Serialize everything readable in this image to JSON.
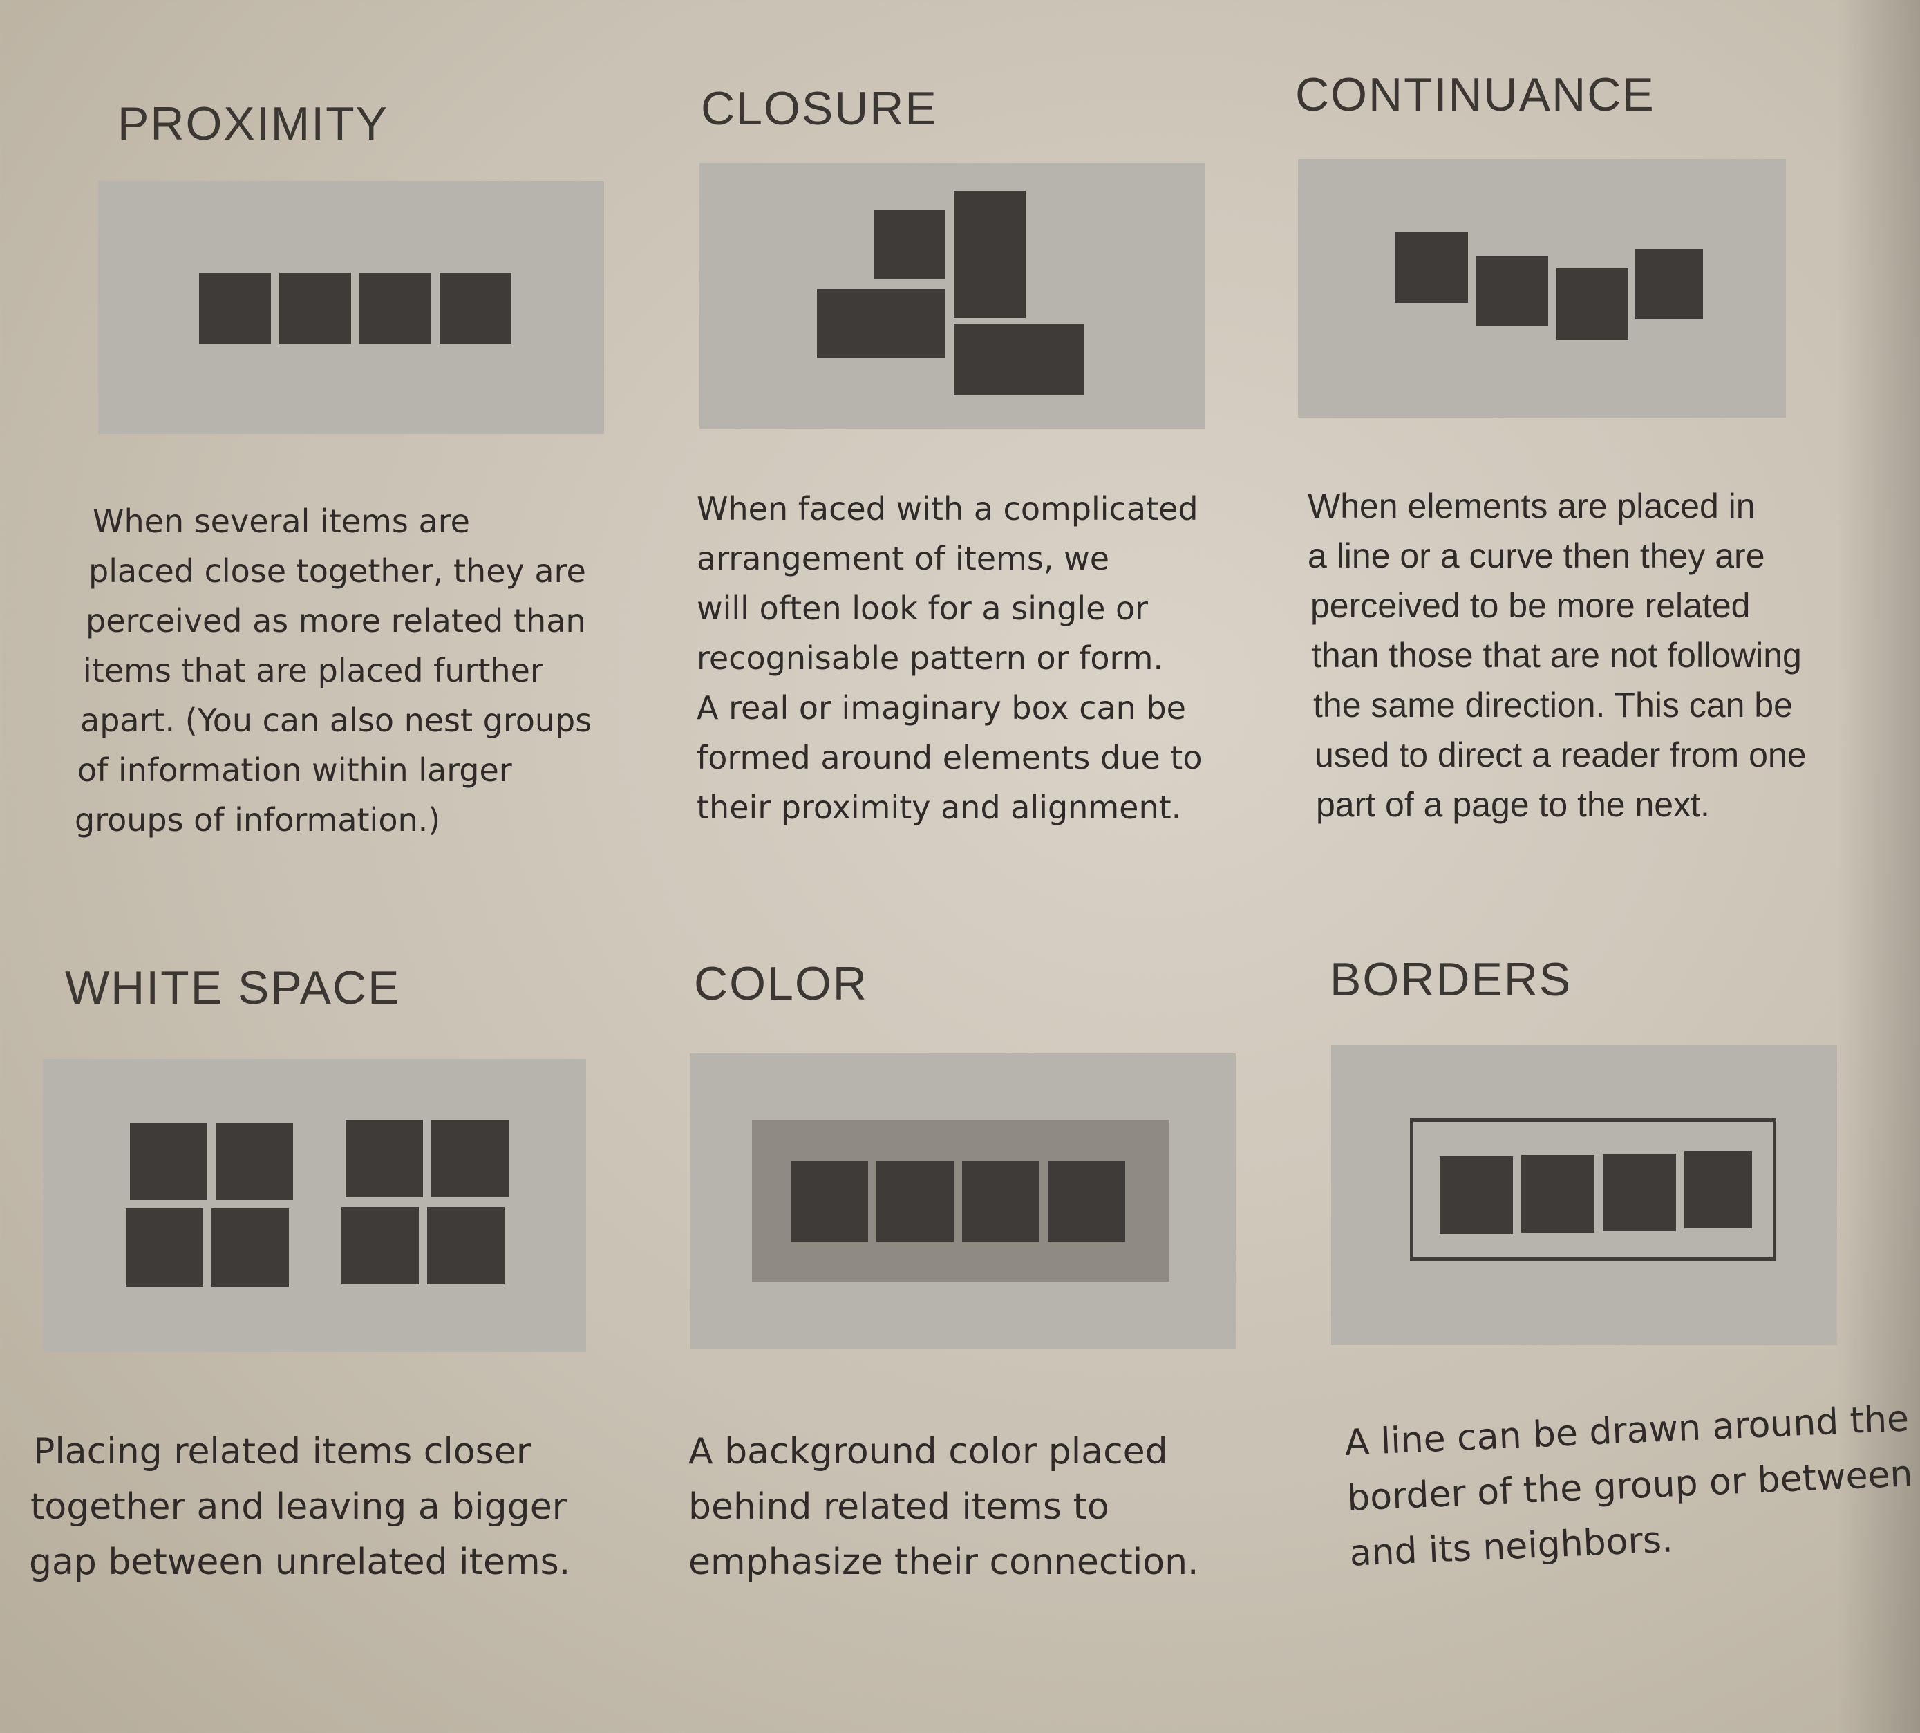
{
  "sections": [
    {
      "title": "PROXIMITY",
      "lines": [
        "When several items are",
        "placed close together, they are",
        "perceived as more related than",
        "items that are placed further",
        "apart. (You can also nest groups",
        "of information within larger",
        "groups of information.)"
      ]
    },
    {
      "title": "CLOSURE",
      "lines": [
        "When faced with a complicated",
        "arrangement of items, we",
        "will often look for a single or",
        "recognisable pattern or form.",
        "A real or imaginary box can be",
        "formed around elements due to",
        "their proximity and alignment."
      ]
    },
    {
      "title": "CONTINUANCE",
      "lines": [
        "When elements are placed in",
        "a line or a curve then they are",
        "perceived to be more related",
        "than those that are not following",
        "the same direction. This can be",
        "used to direct a reader from one",
        "part of a page to the next."
      ]
    },
    {
      "title": "WHITE SPACE",
      "lines": [
        "Placing related items closer",
        "together and leaving a bigger",
        "gap between unrelated items."
      ]
    },
    {
      "title": "COLOR",
      "lines": [
        "A background color placed",
        "behind related items to",
        "emphasize their connection."
      ]
    },
    {
      "title": "BORDERS",
      "lines": [
        "A line can be drawn around the",
        "border of the group or between it",
        "and its neighbors."
      ]
    }
  ],
  "colors": {
    "figure_background": "#b7b4ad",
    "block": "#3e3b38",
    "color_group_background": "#8f8a82",
    "paper": "#d4cec3"
  }
}
